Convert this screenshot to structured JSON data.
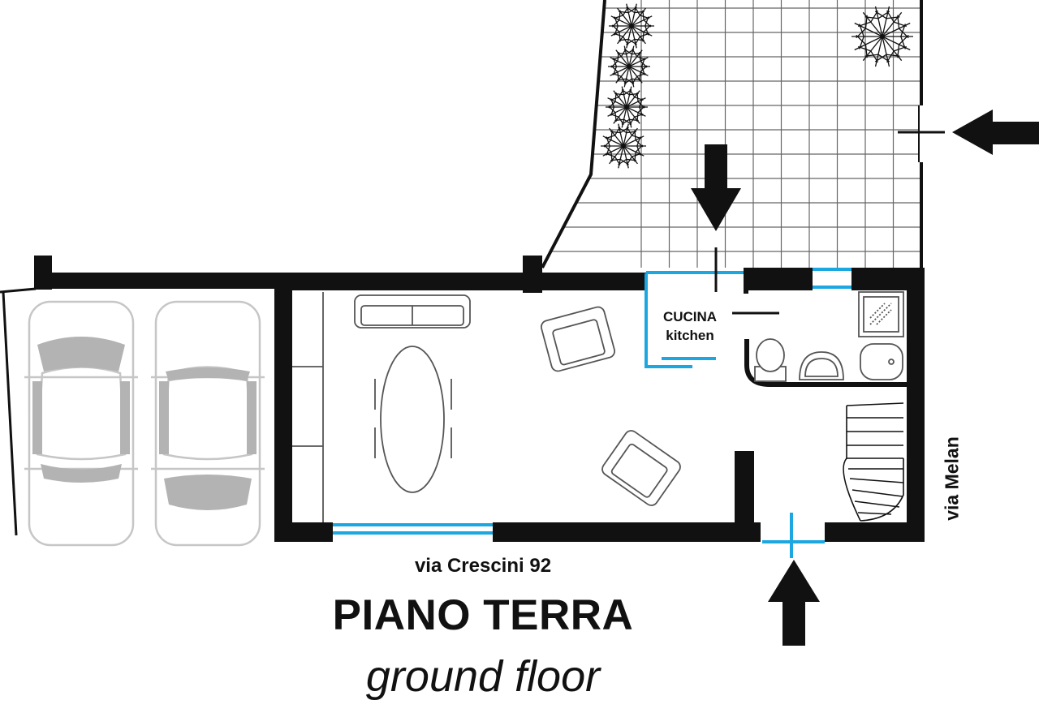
{
  "plan": {
    "title": "PIANO TERRA",
    "subtitle": "ground floor",
    "street_address": "via Crescini 92",
    "side_street": "via Melan",
    "rooms": [
      {
        "name": "CUCINA",
        "name_en": "kitchen"
      }
    ],
    "entrances": [
      {
        "id": "garden-east",
        "icon": "arrow-left-icon"
      },
      {
        "id": "kitchen-north",
        "icon": "arrow-down-icon"
      },
      {
        "id": "main-south",
        "icon": "arrow-up-icon"
      }
    ],
    "colors": {
      "wall": "#111111",
      "window": "#1ca7e1",
      "furniture": "#555555",
      "car_outline": "#c6c6c6",
      "car_fill": "#b3b3b3",
      "grid": "#555555"
    }
  }
}
